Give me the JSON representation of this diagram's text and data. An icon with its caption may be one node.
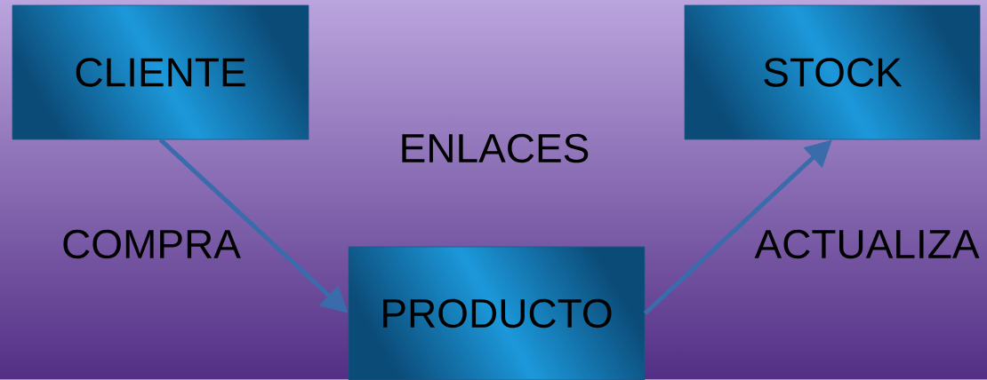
{
  "diagram": {
    "title": "ENLACES",
    "nodes": [
      {
        "text": [
          "CLIENTE"
        ]
      },
      {
        "text": [
          "STOCK"
        ]
      },
      {
        "text": [
          "PRODUCTO"
        ]
      }
    ],
    "edges": [
      {
        "from": 0,
        "to": 2,
        "arrow": "to",
        "label": "COMPRA"
      },
      {
        "from": 2,
        "to": 1,
        "arrow": "to",
        "label": "ACTUALIZA"
      }
    ]
  }
}
